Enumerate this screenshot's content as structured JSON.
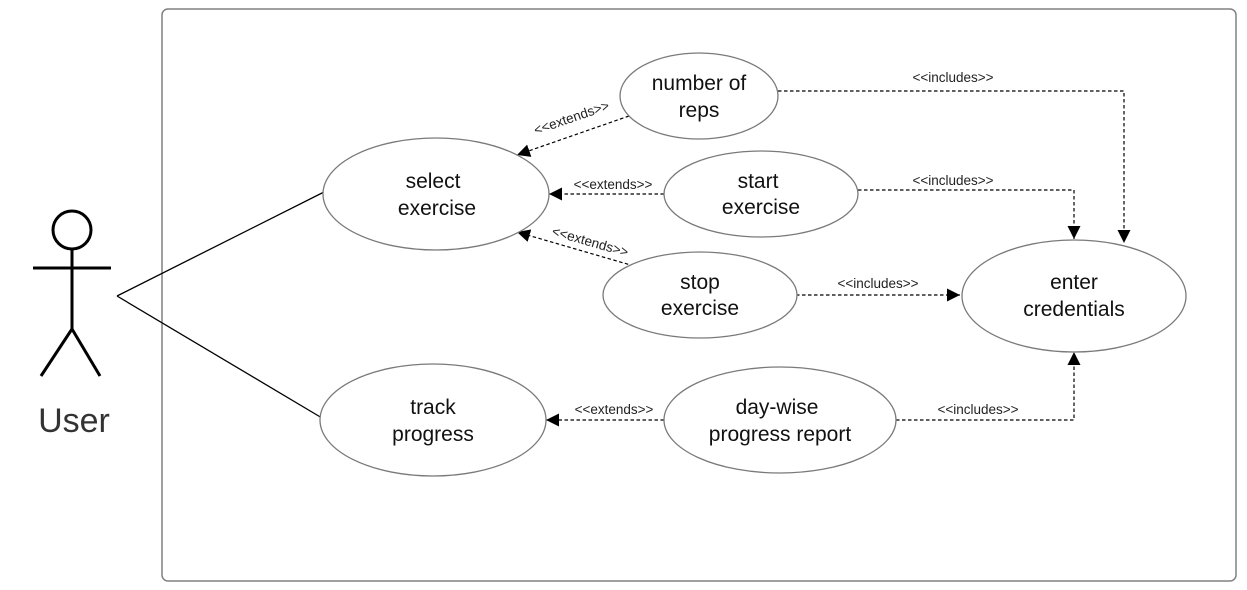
{
  "actor": {
    "label": "User",
    "icon": "stick-figure-icon"
  },
  "use_cases": {
    "number_of_reps": [
      "number of",
      "reps"
    ],
    "select_exercise": [
      "select",
      "exercise"
    ],
    "start_exercise": [
      "start",
      "exercise"
    ],
    "stop_exercise": [
      "stop",
      "exercise"
    ],
    "enter_credentials": [
      "enter",
      "credentials"
    ],
    "track_progress": [
      "track",
      "progress"
    ],
    "day_wise_report": [
      "day-wise",
      "progress report"
    ]
  },
  "relationships": {
    "reps_extends_select": "<<extends>>",
    "start_extends_select": "<<extends>>",
    "stop_extends_select": "<<extends>>",
    "report_extends_track": "<<extends>>",
    "reps_includes_credentials": "<<includes>>",
    "start_includes_credentials": "<<includes>>",
    "stop_includes_credentials": "<<includes>>",
    "report_includes_credentials": "<<includes>>"
  }
}
